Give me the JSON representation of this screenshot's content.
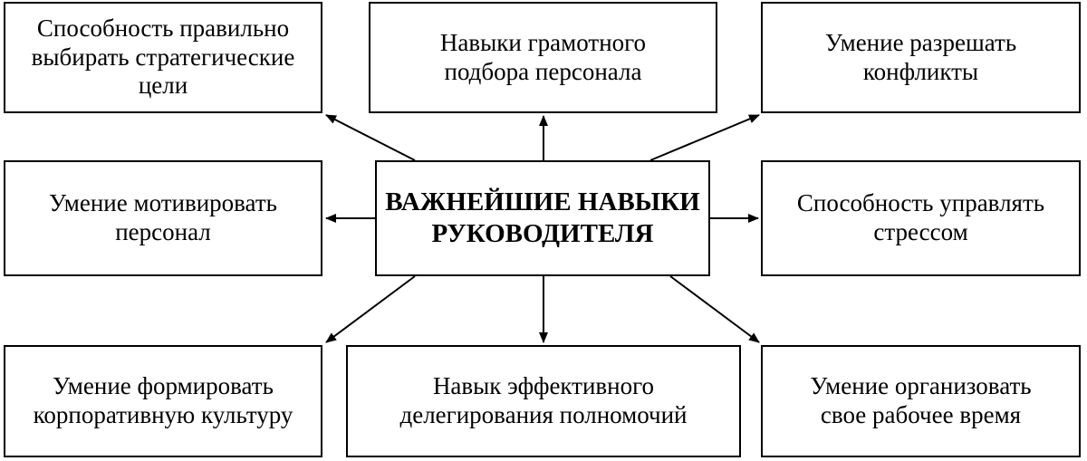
{
  "center": {
    "label": "ВАЖНЕЙШИЕ НАВЫКИ\nРУКОВОДИТЕЛЯ"
  },
  "skills": {
    "top_left": "Способность правильно\nвыбирать стратегические\nцели",
    "top_center": "Навыки грамотного\nподбора персонала",
    "top_right": "Умение разрешать\nконфликты",
    "middle_left": "Умение мотивировать\nперсонал",
    "middle_right": "Способность управлять\nстрессом",
    "bottom_left": "Умение формировать\nкорпоративную культуру",
    "bottom_center": "Навык эффективного\nделегирования полномочий",
    "bottom_right": "Умение организовать\nсвое рабочее время"
  },
  "colors": {
    "line": "#000000",
    "background": "#ffffff"
  }
}
